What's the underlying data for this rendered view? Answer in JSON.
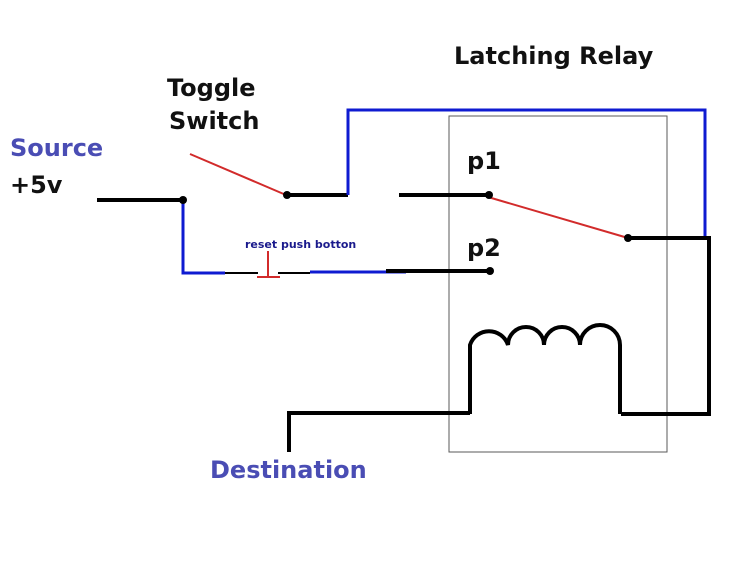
{
  "labels": {
    "latching_relay": "Latching Relay",
    "toggle_line1": "Toggle",
    "toggle_line2": "Switch",
    "source": "Source",
    "voltage": "+5v",
    "p1": "p1",
    "p2": "p2",
    "reset": "reset push botton",
    "destination": "Destination"
  },
  "colors": {
    "wire_black": "#000000",
    "wire_blue": "#0f1bd1",
    "switch_red": "#d22b2b",
    "label_blue": "#4a4db4",
    "reset_label": "#1a1a8c",
    "box_border": "#5a5a5a"
  }
}
